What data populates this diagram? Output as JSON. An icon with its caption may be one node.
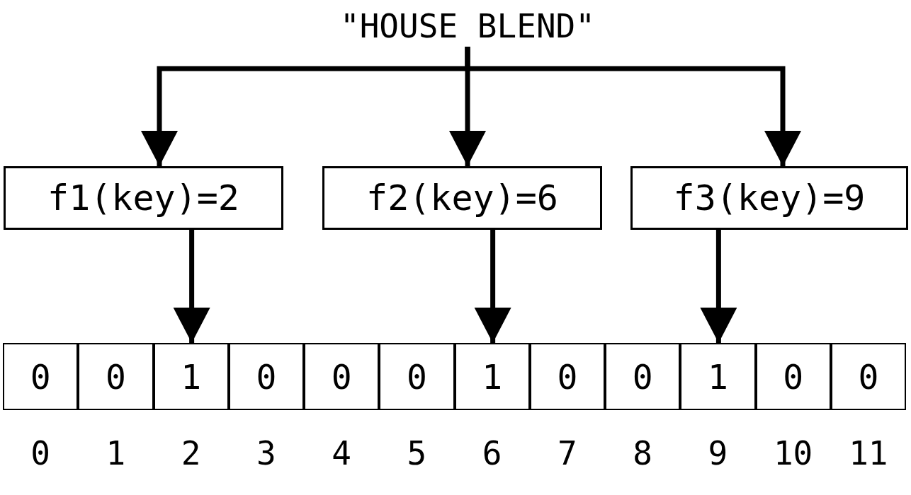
{
  "diagram": {
    "nodes": [
      {
        "text": [
          "\"HOUSE BLEND\""
        ]
      },
      {
        "text": [
          "f1(key)=2"
        ]
      },
      {
        "text": [
          "f2(key)=6"
        ]
      },
      {
        "text": [
          "f3(key)=9"
        ]
      },
      {
        "text": [
          "0"
        ],
        "beside": [
          "0"
        ]
      },
      {
        "text": [
          "0"
        ],
        "beside": [
          "1"
        ]
      },
      {
        "text": [
          "1"
        ],
        "beside": [
          "2"
        ]
      },
      {
        "text": [
          "0"
        ],
        "beside": [
          "3"
        ]
      },
      {
        "text": [
          "0"
        ],
        "beside": [
          "4"
        ]
      },
      {
        "text": [
          "0"
        ],
        "beside": [
          "5"
        ]
      },
      {
        "text": [
          "1"
        ],
        "beside": [
          "6"
        ]
      },
      {
        "text": [
          "0"
        ],
        "beside": [
          "7"
        ]
      },
      {
        "text": [
          "0"
        ],
        "beside": [
          "8"
        ]
      },
      {
        "text": [
          "1"
        ],
        "beside": [
          "9"
        ]
      },
      {
        "text": [
          "0"
        ],
        "beside": [
          "10"
        ]
      },
      {
        "text": [
          "0"
        ],
        "beside": [
          "11"
        ]
      }
    ],
    "edges": [
      {
        "from": 0,
        "to": 1,
        "arrow": "to"
      },
      {
        "from": 0,
        "to": 2,
        "arrow": "to"
      },
      {
        "from": 0,
        "to": 3,
        "arrow": "to"
      },
      {
        "from": 1,
        "to": 6,
        "arrow": "to"
      },
      {
        "from": 2,
        "to": 10,
        "arrow": "to"
      },
      {
        "from": 3,
        "to": 13,
        "arrow": "to"
      }
    ]
  }
}
